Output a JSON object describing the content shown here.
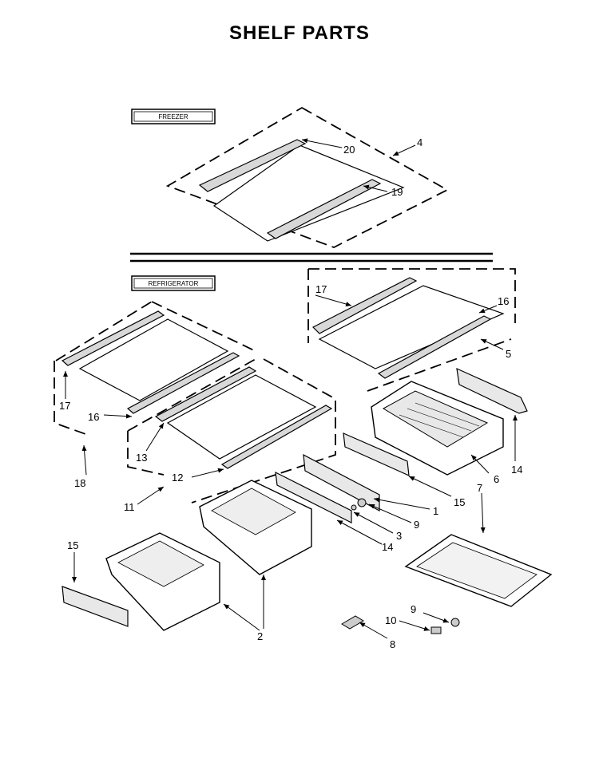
{
  "title": "SHELF PARTS",
  "sections": {
    "freezer": "FREEZER",
    "refrigerator": "REFRIGERATOR"
  },
  "callouts": {
    "c4": "4",
    "c20": "20",
    "c19": "19",
    "c17a": "17",
    "c16a": "16",
    "c5": "5",
    "c17b": "17",
    "c16b": "16",
    "c13": "13",
    "c12": "12",
    "c18": "18",
    "c11": "11",
    "c14a": "14",
    "c6": "6",
    "c15a": "15",
    "c7": "7",
    "c1": "1",
    "c9a": "9",
    "c3": "3",
    "c14b": "14",
    "c15b": "15",
    "c2": "2",
    "c9b": "9",
    "c10": "10",
    "c8": "8"
  }
}
